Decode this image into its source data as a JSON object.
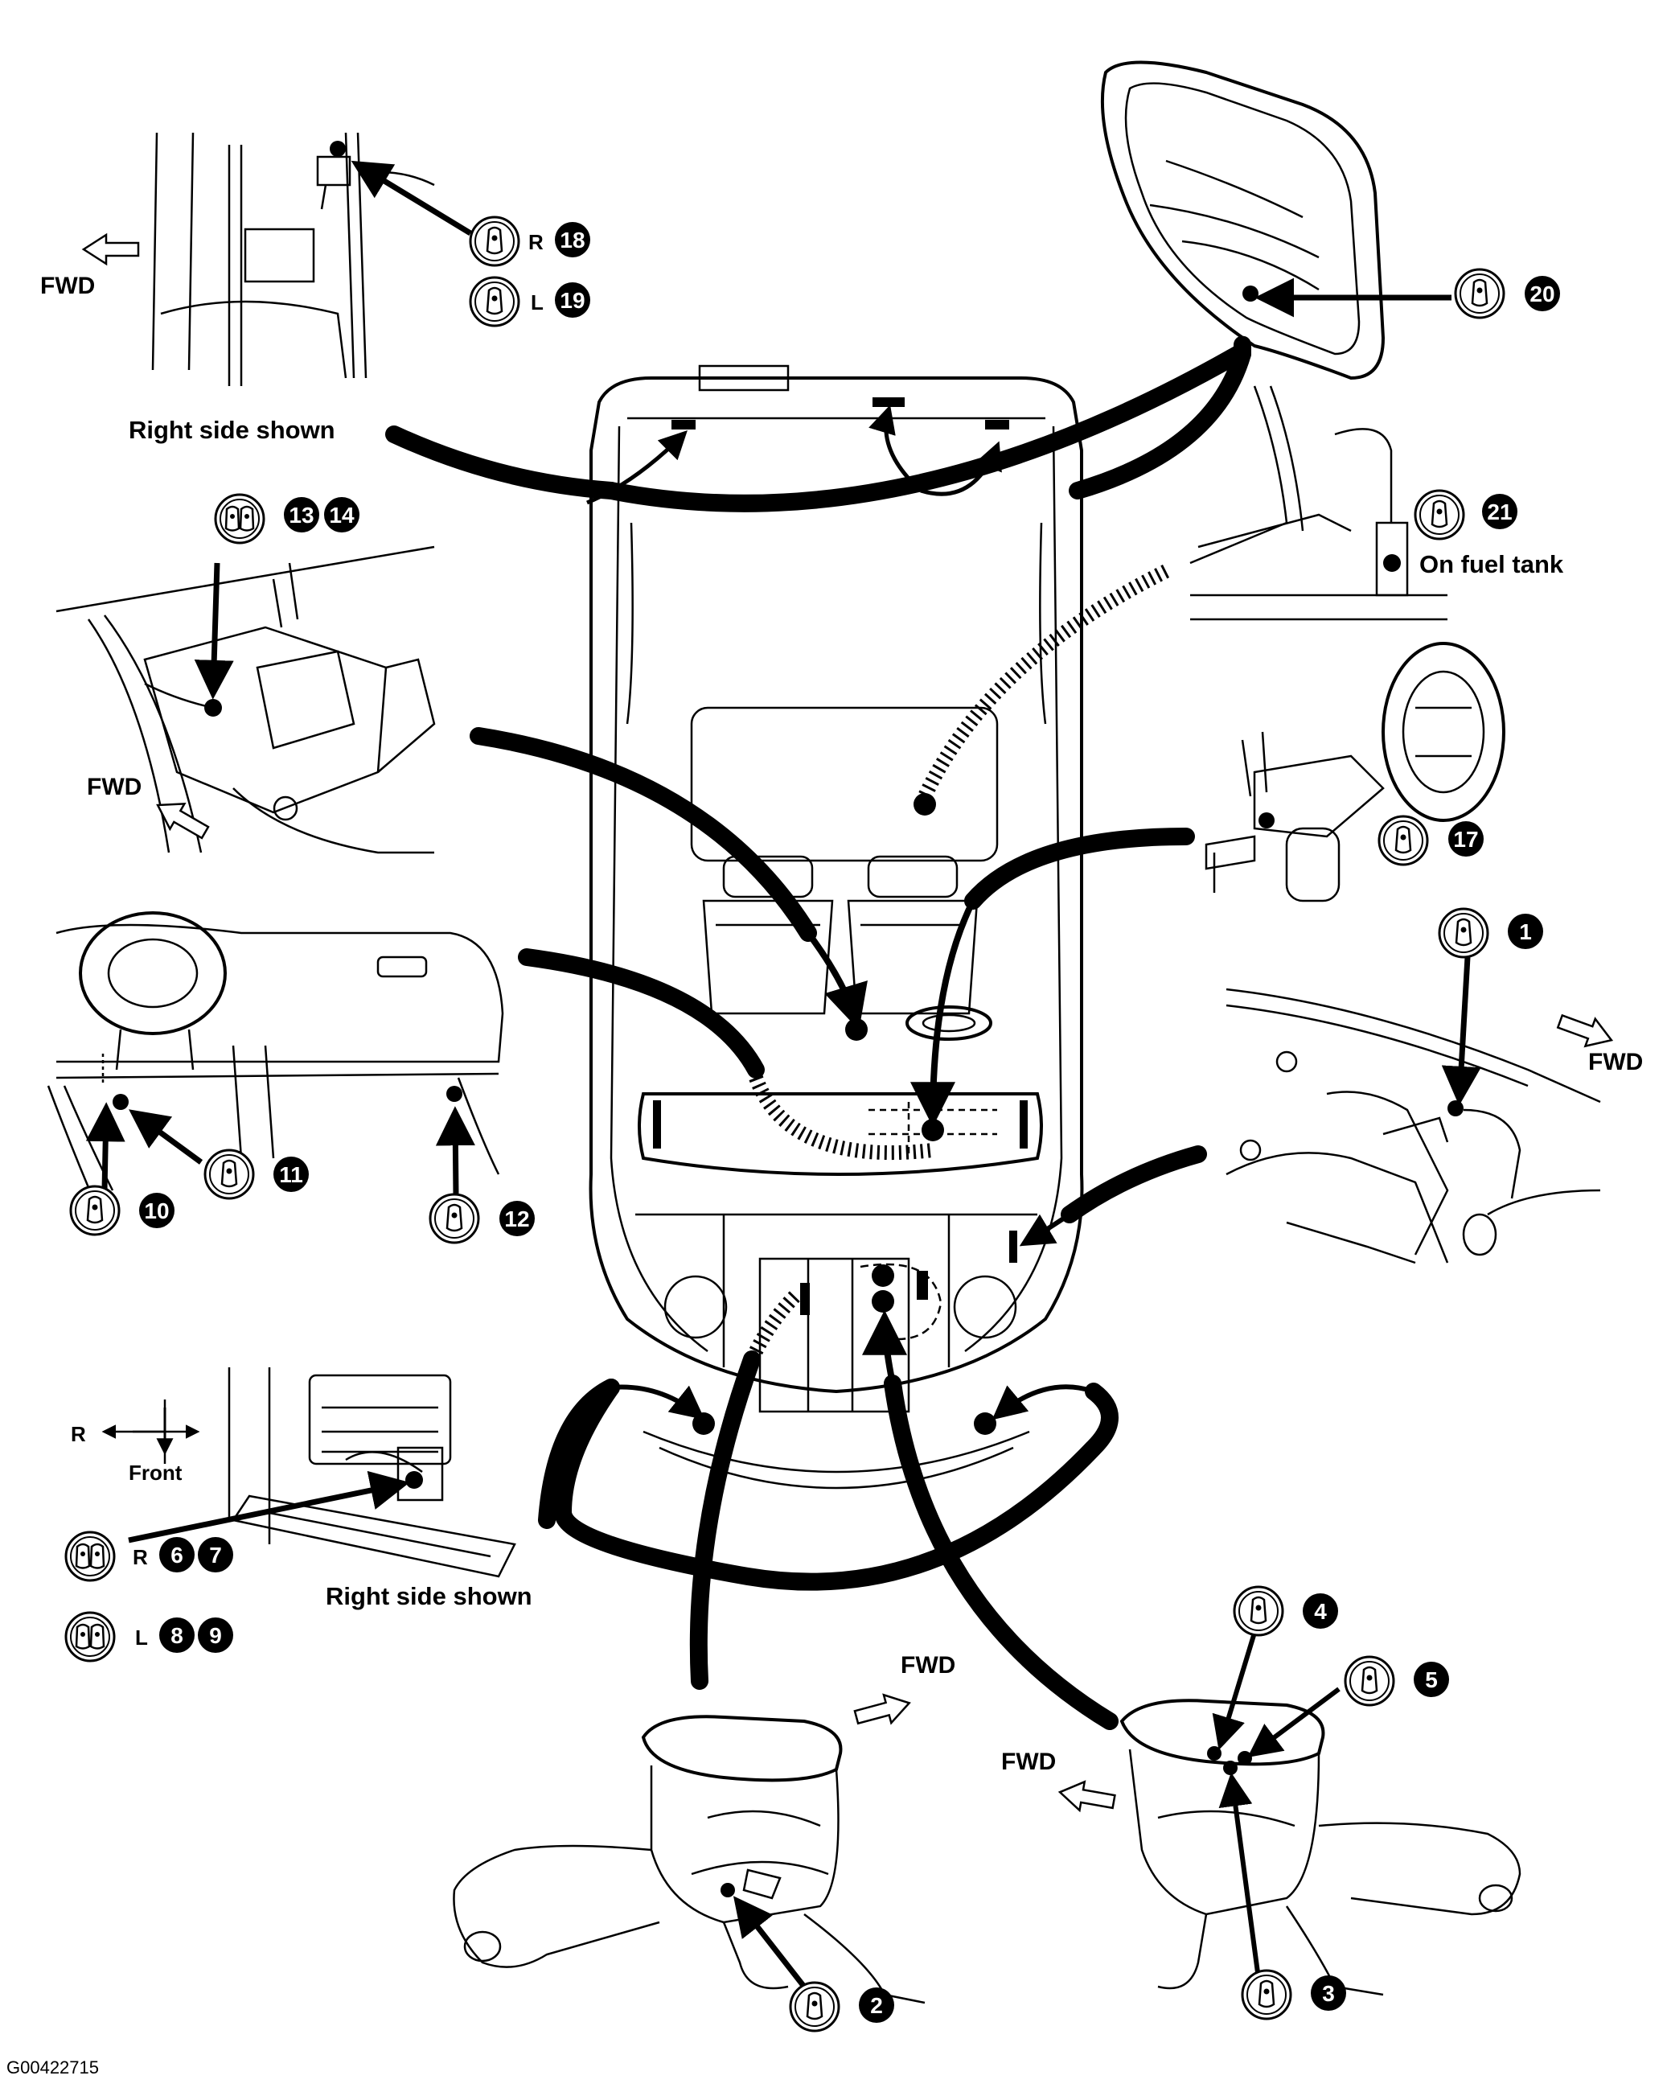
{
  "figure_code": "G00422715",
  "labels": {
    "fwd": "FWD",
    "right_side_shown": "Right side shown",
    "on_fuel_tank": "On fuel tank",
    "side_r": "R",
    "side_l": "L",
    "dir_front": "Front"
  },
  "callouts": {
    "c1": "1",
    "c2": "2",
    "c3": "3",
    "c4": "4",
    "c5": "5",
    "c6": "6",
    "c7": "7",
    "c8": "8",
    "c9": "9",
    "c10": "10",
    "c11": "11",
    "c12": "12",
    "c13": "13",
    "c14": "14",
    "c17": "17",
    "c18": "18",
    "c19": "19",
    "c20": "20",
    "c21": "21"
  },
  "icons": [
    "connector-icon",
    "arrow-icon"
  ],
  "colors": {
    "ink": "#000000",
    "paper": "#ffffff"
  }
}
